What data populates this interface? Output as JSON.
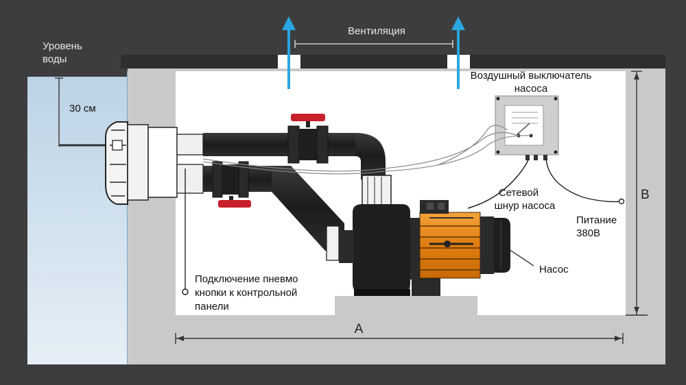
{
  "labels": {
    "water_level_line1": "Уровень",
    "water_level_line2": "воды",
    "depth": "30 см",
    "ventilation": "Вентиляция",
    "air_switch_line1": "Воздушный выключатель",
    "air_switch_line2": "насоса",
    "power_cord_line1": "Сетевой",
    "power_cord_line2": "шнур насоса",
    "power_supply_line1": "Питание",
    "power_supply_line2": "380В",
    "pump": "Насос",
    "pneumo_line1": "Подключение пневмо",
    "pneumo_line2": "кнопки к контрольной",
    "pneumo_line3": "панели",
    "dim_a": "A",
    "dim_b": "B"
  },
  "colors": {
    "background": "#3d3d3f",
    "water": "#cfe0ee",
    "wall": "#c9c9c9",
    "room": "#ffffff",
    "roof": "#2e2e30",
    "arrow": "#2aa6e0",
    "pipe": "#232325",
    "valve": "#c8202a",
    "motor": "#f08a1c"
  }
}
